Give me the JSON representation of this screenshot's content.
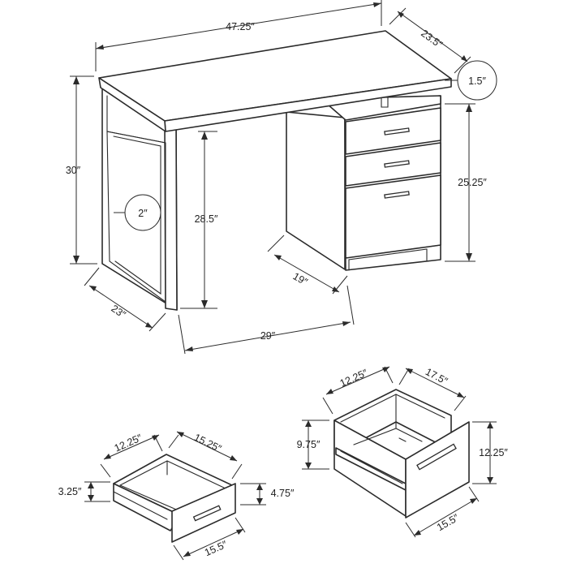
{
  "desk": {
    "width": "47.25″",
    "depth": "23.5″",
    "top_thickness": "1.5″",
    "height": "30″",
    "leg_thickness": "2″",
    "knee_height": "28.5″",
    "pedestal_height": "25.25″",
    "pedestal_depth": "19″",
    "leg_depth": "23″",
    "knee_width": "29″"
  },
  "small_drawer": {
    "depth": "12.25″",
    "width": "15.25″",
    "inner_height": "3.25″",
    "front_height": "4.75″",
    "front_width": "15.5″"
  },
  "file_drawer": {
    "depth": "12.25″",
    "width": "17.5″",
    "inner_height": "9.75″",
    "front_height": "12.25″",
    "front_width": "15.5″"
  }
}
